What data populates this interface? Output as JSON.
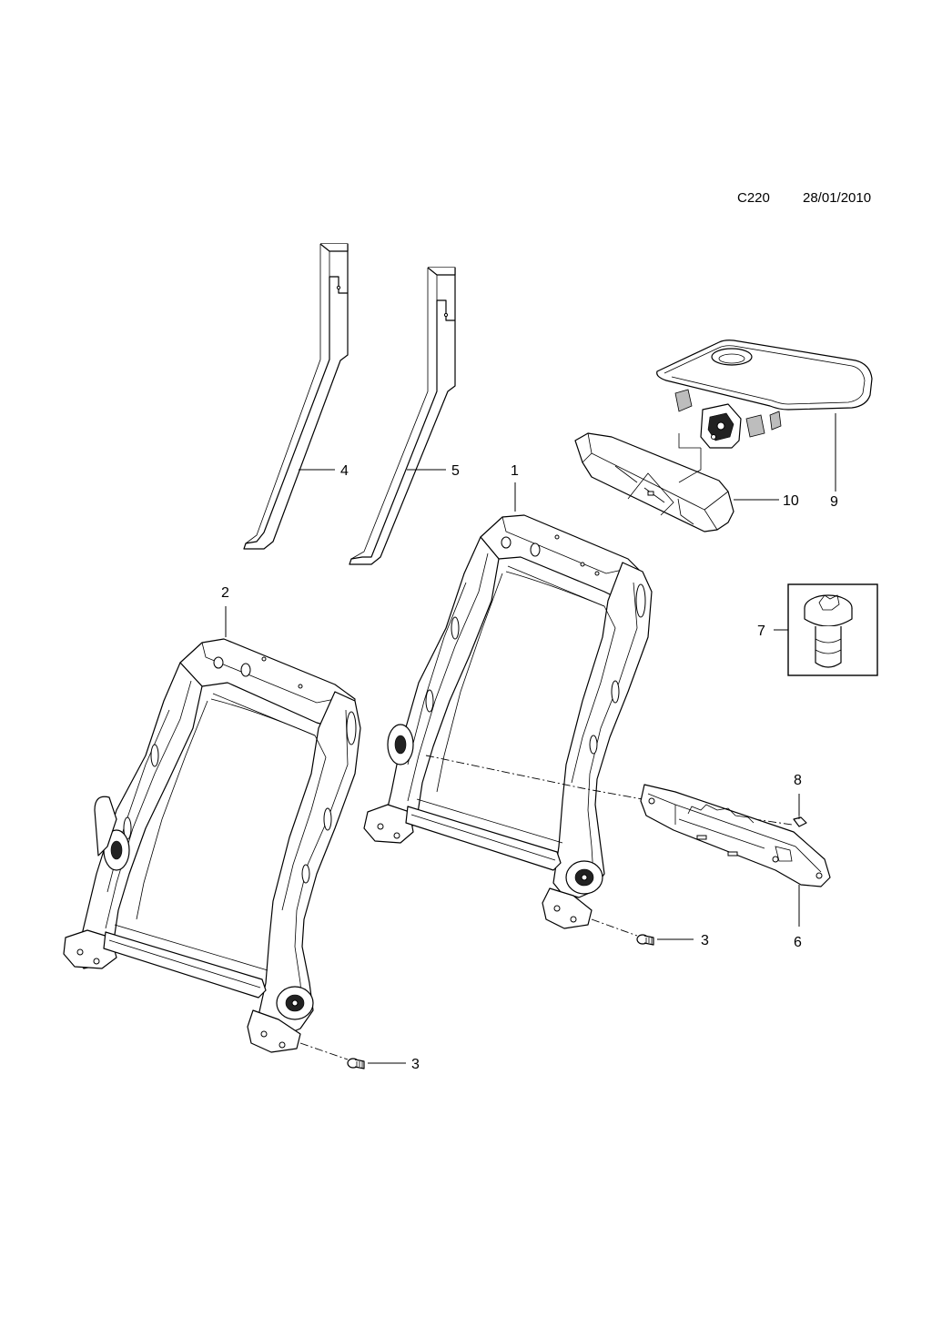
{
  "header": {
    "diagram_code": "C220",
    "date": "28/01/2010"
  },
  "callouts": {
    "part_1": "1",
    "part_2": "2",
    "part_3a": "3",
    "part_3b": "3",
    "part_4": "4",
    "part_5": "5",
    "part_6": "6",
    "part_7": "7",
    "part_8": "8",
    "part_9": "9",
    "part_10": "10"
  },
  "colors": {
    "line": "#000000",
    "background": "#ffffff"
  }
}
